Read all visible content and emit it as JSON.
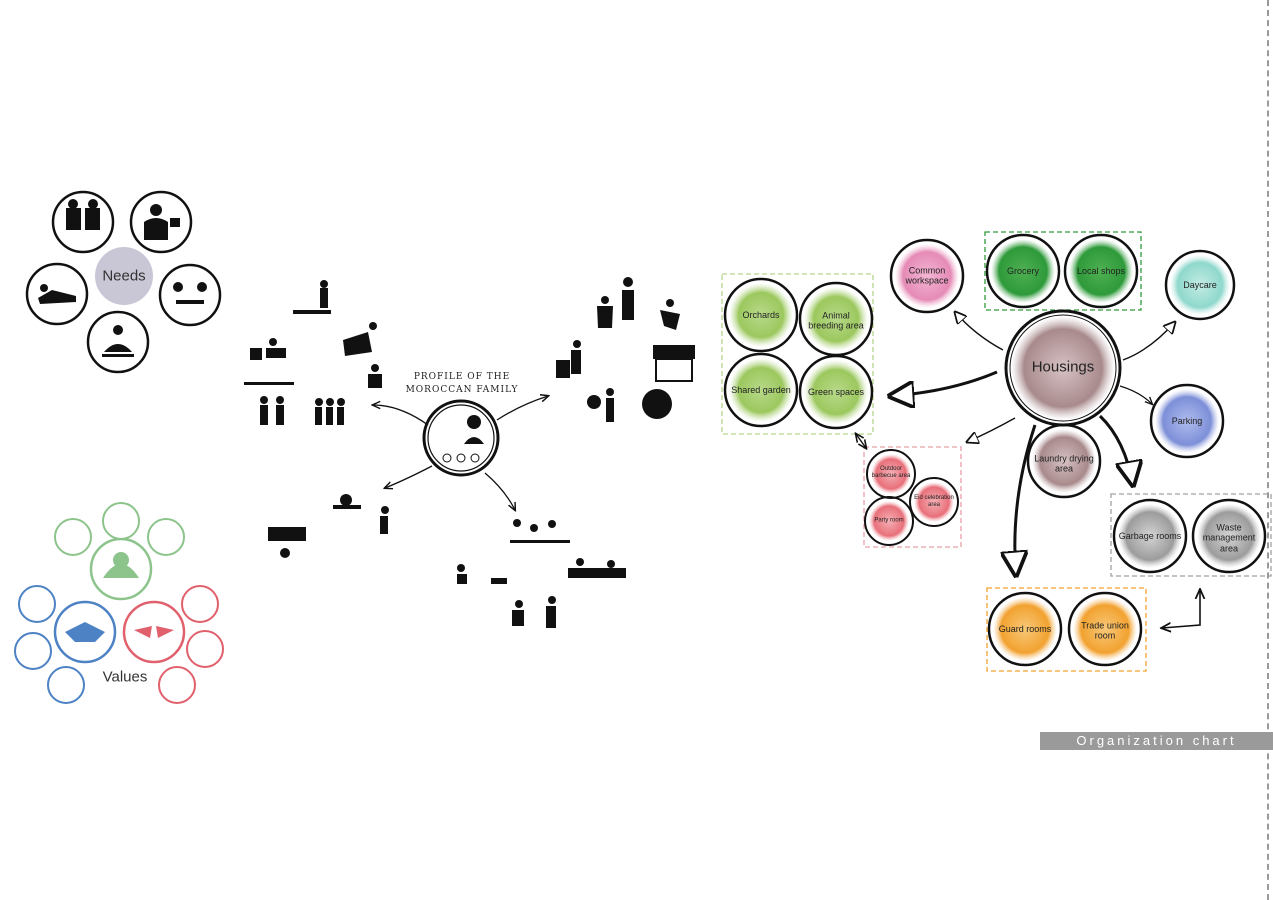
{
  "needs": {
    "title": "Needs",
    "accent": "#c9c7d6"
  },
  "values": {
    "title": "Values"
  },
  "profile": {
    "line1": "Profile of the",
    "line2": "Moroccan family"
  },
  "hub": {
    "label": "Housings",
    "color": "#b89a9e"
  },
  "rooms": {
    "common_workspace": "Common workspace",
    "grocery": "Grocery",
    "local_shops": "Local shops",
    "daycare": "Daycare",
    "orchards": "Orchards",
    "animal_breeding": "Animal breeding area",
    "shared_garden": "Shared garden",
    "green_spaces": "Green spaces",
    "parking": "Parking",
    "laundry": "Laundry drying area",
    "outdoor_bbq": "Outdoor barbecue area",
    "eid_celebration": "Eid celebration area",
    "party_room": "Party room",
    "garbage_rooms": "Garbage rooms",
    "waste_management": "Waste management area",
    "guard_rooms": "Guard rooms",
    "trade_union": "Trade union room"
  },
  "footer": {
    "title": "Organization chart"
  },
  "colors": {
    "green": "#8fc04a",
    "dark_green": "#2e9a3a",
    "pink": "#e58bb6",
    "teal": "#8fd8cc",
    "blue": "#7d8fd8",
    "mauve": "#a88a8c",
    "red": "#e8707a",
    "grey": "#9c9c9c",
    "orange": "#f2a230",
    "values_green": "#8cc48c",
    "values_blue": "#4d82c4",
    "values_red": "#e0606c"
  },
  "icons": [
    "handshake-icon",
    "open-hands-icon",
    "recycle-hands-icon",
    "family-icon",
    "people-icon"
  ]
}
